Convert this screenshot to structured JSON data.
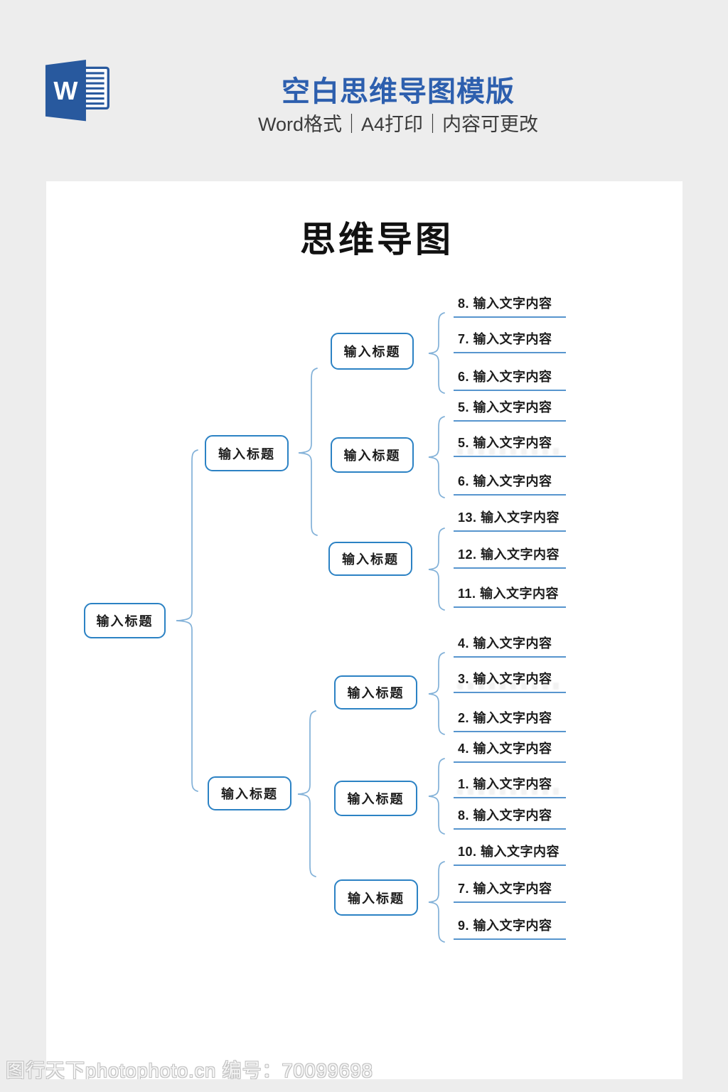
{
  "header": {
    "title": "空白思维导图模版",
    "subtitle": "Word格式｜A4打印｜内容可更改",
    "word_letter": "W"
  },
  "page": {
    "title": "思维导图"
  },
  "mindmap": {
    "root": {
      "label": "输入标题"
    },
    "branches": [
      {
        "label": "输入标题",
        "children": [
          {
            "label": "输入标题",
            "items": [
              "8. 输入文字内容",
              "7. 输入文字内容",
              "6. 输入文字内容"
            ]
          },
          {
            "label": "输入标题",
            "items": [
              "5. 输入文字内容",
              "5. 输入文字内容",
              "6. 输入文字内容"
            ]
          },
          {
            "label": "输入标题",
            "items": [
              "13. 输入文字内容",
              "12. 输入文字内容",
              "11. 输入文字内容"
            ]
          }
        ]
      },
      {
        "label": "输入标题",
        "children": [
          {
            "label": "输入标题",
            "items": [
              "4. 输入文字内容",
              "3. 输入文字内容",
              "2. 输入文字内容"
            ]
          },
          {
            "label": "输入标题",
            "items": [
              "4. 输入文字内容",
              "1. 输入文字内容",
              "8. 输入文字内容"
            ]
          },
          {
            "label": "输入标题",
            "items": [
              "10. 输入文字内容",
              "7. 输入文字内容",
              "9. 输入文字内容"
            ]
          }
        ]
      }
    ]
  },
  "footer": {
    "watermark": "图行天下photophoto.cn 编号：70099698"
  },
  "colors": {
    "background": "#ededed",
    "page": "#ffffff",
    "node_border": "#2c82c4",
    "connector": "#82b1d8",
    "underline": "#5795ce",
    "header_title": "#2d5fae",
    "word_blue": "#28599e"
  }
}
